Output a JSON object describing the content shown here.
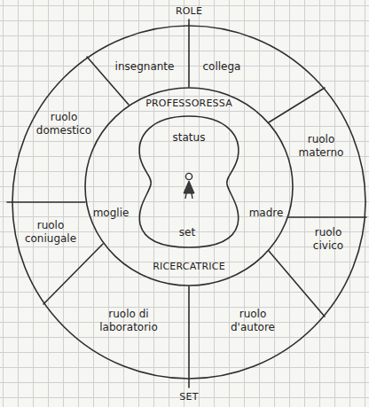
{
  "diagram": {
    "nodes": [
      {
        "text": [
          "insegnante",
          "collega",
          "ruolo domestico",
          "ruolo materno",
          "ruolo coniugale",
          "ruolo civico",
          "ruolo di laboratorio",
          "ruolo d'autore"
        ]
      },
      {
        "text": [
          "PROFESSORESSA",
          "moglie",
          "madre",
          "RICERCATRICE"
        ],
        "in": 0
      },
      {
        "text": [
          "status",
          "set"
        ],
        "in": 1
      }
    ],
    "labels": [
      "ROLE",
      "SET"
    ]
  }
}
